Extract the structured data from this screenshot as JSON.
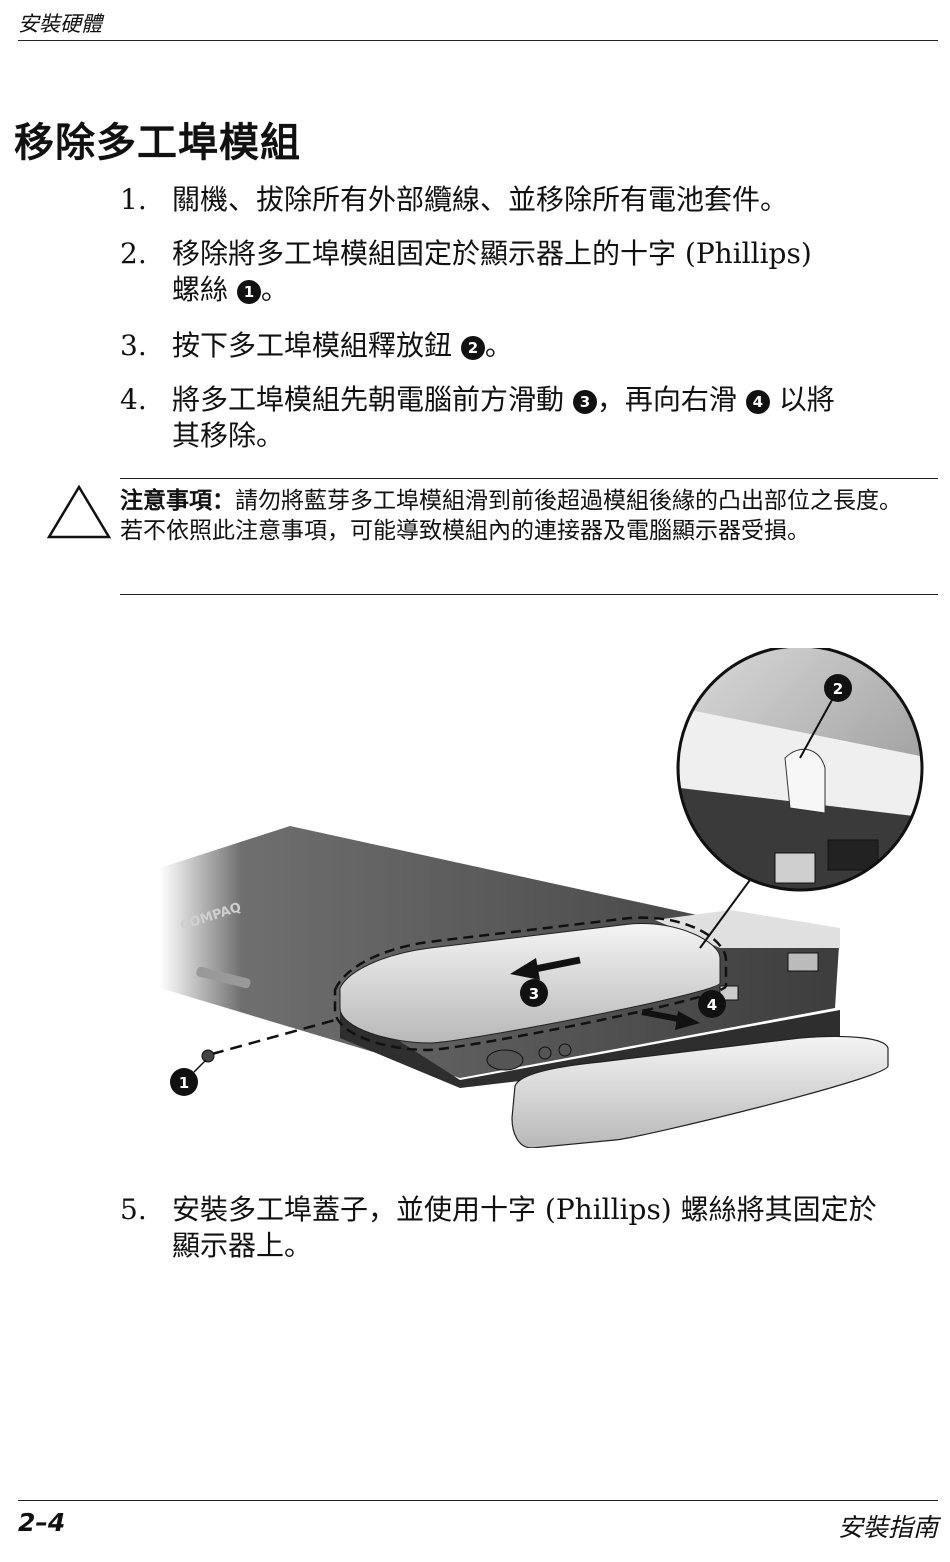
{
  "header": {
    "section": "安裝硬體"
  },
  "title": "移除多工埠模組",
  "steps": [
    {
      "num": "1.",
      "text": "關機、拔除所有外部纜線、並移除所有電池套件。"
    },
    {
      "num": "2.",
      "text_a": "移除將多工埠模組固定於顯示器上的十字 (Phillips)",
      "text_b": "螺絲",
      "callout": "1",
      "text_c": "。"
    },
    {
      "num": "3.",
      "text_a": "按下多工埠模組釋放鈕",
      "callout": "2",
      "text_b": "。"
    },
    {
      "num": "4.",
      "text_a": "將多工埠模組先朝電腦前方滑動",
      "callout_a": "3",
      "text_b": "，再向右滑",
      "callout_b": "4",
      "text_c": "以將",
      "text_d": "其移除。"
    },
    {
      "num": "5.",
      "text_a": "安裝多工埠蓋子，並使用十字 (Phillips) 螺絲將其固定於",
      "text_b": "顯示器上。"
    }
  ],
  "caution": {
    "label": "注意事項：",
    "text": "請勿將藍芽多工埠模組滑到前後超過模組後緣的凸出部位之長度。若不依照此注意事項，可能導致模組內的連接器及電腦顯示器受損。"
  },
  "figure": {
    "callouts": [
      "1",
      "2",
      "3",
      "4"
    ],
    "logo_text": "COMPAQ"
  },
  "footer": {
    "page": "2–4",
    "doc": "安裝指南"
  }
}
